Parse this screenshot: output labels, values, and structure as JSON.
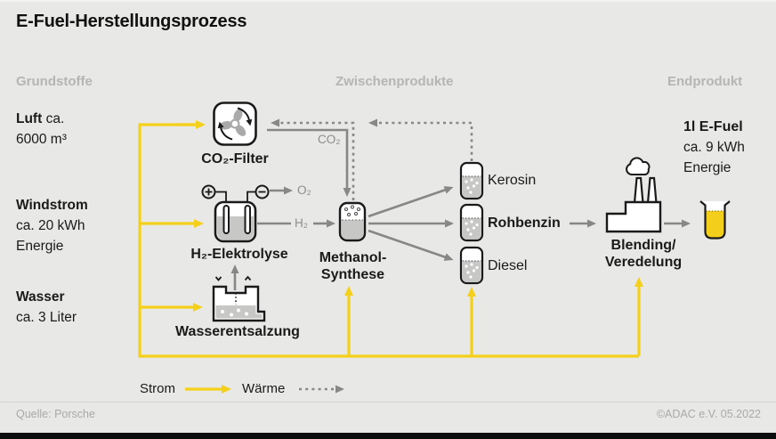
{
  "title": "E-Fuel-Herstellungsprozess",
  "columns": {
    "left": "Grundstoffe",
    "middle": "Zwischenprodukte",
    "right": "Endprodukt"
  },
  "inputs": {
    "luft": {
      "label": "Luft",
      "suffix": "ca.",
      "line2": "6000 m³"
    },
    "windstrom": {
      "label": "Windstrom",
      "line2": "ca. 20 kWh",
      "line3": "Energie"
    },
    "wasser": {
      "label": "Wasser",
      "line2": "ca. 3 Liter"
    }
  },
  "nodes": {
    "co2_filter": "CO₂-Filter",
    "elektrolyse": "H₂-Elektrolyse",
    "wasserentsalzung": "Wasserentsalzung",
    "methanol_line1": "Methanol-",
    "methanol_line2": "Synthese",
    "blending_line1": "Blending/",
    "blending_line2": "Veredelung"
  },
  "intermediates": {
    "kerosin": "Kerosin",
    "rohbenzin": "Rohbenzin",
    "diesel": "Diesel"
  },
  "flows": {
    "co2": "CO₂",
    "h2": "H₂",
    "o2": "O₂"
  },
  "output": {
    "line1": "1l E-Fuel",
    "line2": "ca. 9 kWh",
    "line3": "Energie"
  },
  "legend": {
    "strom": "Strom",
    "waerme": "Wärme"
  },
  "footer": {
    "source": "Quelle: Porsche",
    "copyright": "©ADAC e.V. 05.2022"
  },
  "colors": {
    "accent_yellow": "#F5D01B",
    "line_gray": "#878787",
    "header_gray": "#B5B5B3",
    "background": "#E8E8E7",
    "ink_black": "#1A1A1A"
  }
}
